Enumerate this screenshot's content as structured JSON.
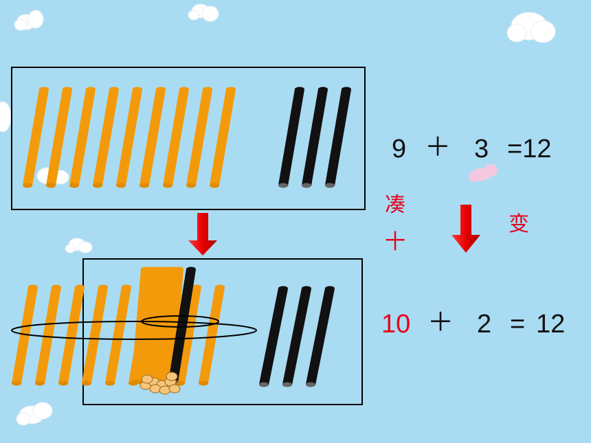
{
  "equation1": {
    "a": "9",
    "op": "＋",
    "b": "3",
    "eq": "=12"
  },
  "equation2": {
    "a": "10",
    "op": "＋",
    "b": "2",
    "eq": "=",
    "result": "12"
  },
  "labels": {
    "make_ten_top": "凑",
    "make_ten_bottom": "十",
    "change": "变"
  },
  "counts": {
    "top_orange_sticks": 9,
    "top_black_sticks": 3,
    "bottom_orange_sticks": 9,
    "bottom_black_sticks": 3
  },
  "colors": {
    "background": "#a9dcf2",
    "orange_stick": "#f39a0b",
    "black_stick": "#111111",
    "arrow": "#e8001c",
    "highlight": "#e8001c"
  }
}
